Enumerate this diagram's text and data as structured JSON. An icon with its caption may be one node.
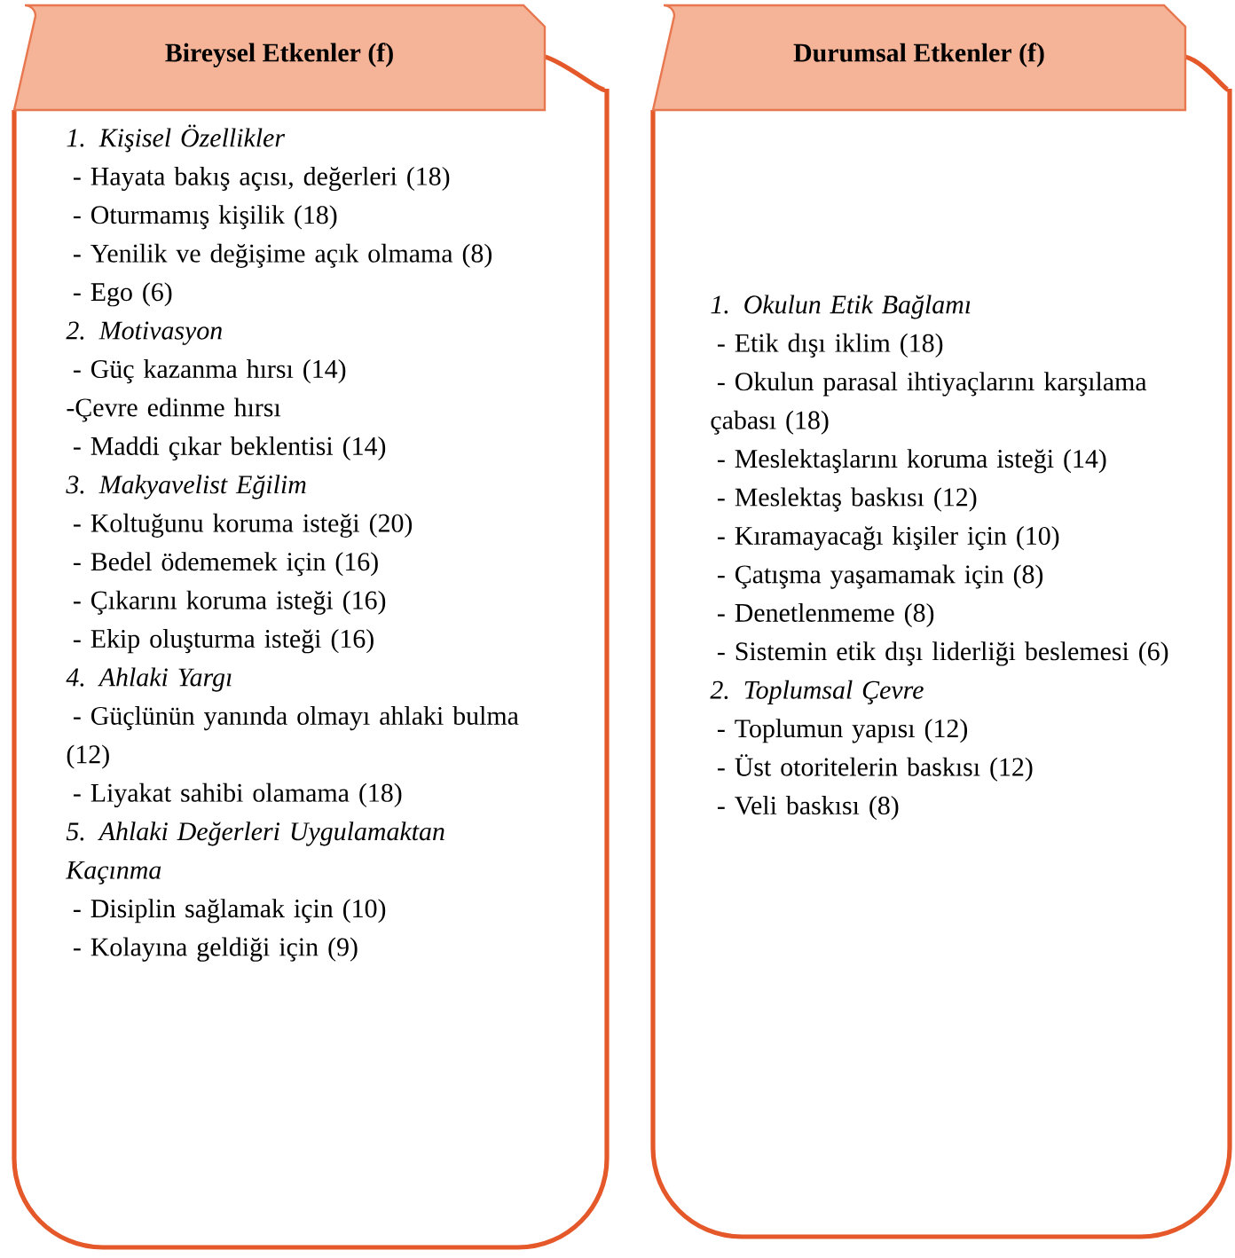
{
  "diagram": {
    "nodes": [
      {
        "text": [
          "Bireysel Etkenler (f)",
          "1. Kişisel Özellikler",
          "- Hayata bakış açısı, değerleri (18)",
          "- Oturmamış kişilik (18)",
          "- Yenilik ve değişime açık olmama (8)",
          "- Ego (6)",
          "2. Motivasyon",
          "- Güç kazanma hırsı (14)",
          "-Çevre edinme hırsı",
          "- Maddi çıkar beklentisi (14)",
          "3. Makyavelist Eğilim",
          "- Koltuğunu koruma isteği (20)",
          "- Bedel ödememek için (16)",
          "- Çıkarını koruma isteği (16)",
          "- Ekip oluşturma isteği (16)",
          "4. Ahlaki Yargı",
          "- Güçlünün yanında olmayı ahlaki bulma (12)",
          "- Liyakat sahibi olamama (18)",
          "5. Ahlaki Değerleri Uygulamaktan Kaçınma",
          "- Disiplin sağlamak için (10)",
          "- Kolayına geldiği için (9)"
        ]
      },
      {
        "text": [
          "Durumsal Etkenler (f)",
          "1. Okulun Etik Bağlamı",
          "- Etik dışı iklim (18)",
          "- Okulun parasal ihtiyaçlarını karşılama çabası (18)",
          "- Meslektaşlarını koruma isteği (14)",
          "- Meslektaş baskısı (12)",
          "- Kıramayacağı kişiler için (10)",
          "- Çatışma yaşamamak için (8)",
          "- Denetlenmeme (8)",
          "- Sistemin etik dışı liderliği beslemesi (6)",
          "2. Toplumsal Çevre",
          "- Toplumun yapısı (12)",
          "- Üst otoritelerin baskısı (12)",
          "- Veli baskısı (8)"
        ]
      }
    ]
  }
}
